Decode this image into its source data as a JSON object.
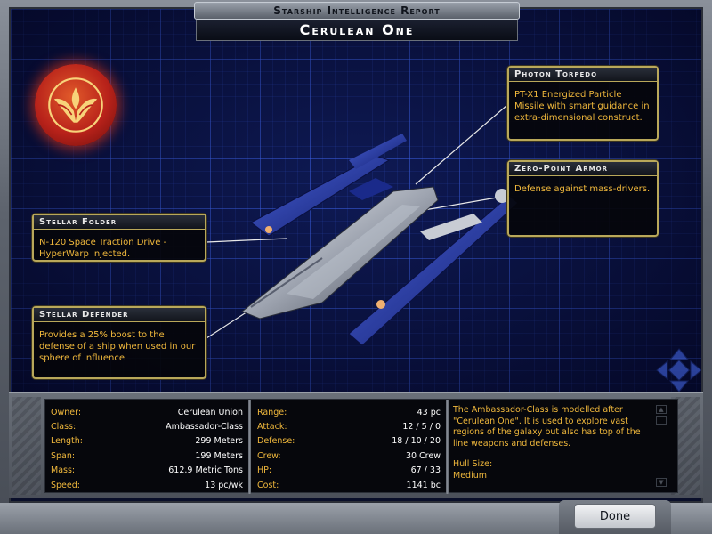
{
  "header": {
    "report_title": "Starship Intelligence Report",
    "ship_name": "Cerulean One"
  },
  "callouts": {
    "photon_torpedo": {
      "title": "Photon Torpedo",
      "text": "PT-X1 Energized Particle Missile with smart guidance in extra-dimensional construct."
    },
    "zero_point_armor": {
      "title": "Zero-Point Armor",
      "text": "Defense against mass-drivers."
    },
    "stellar_folder": {
      "title": "Stellar Folder",
      "text": "N-120 Space Traction Drive - HyperWarp injected."
    },
    "stellar_defender": {
      "title": "Stellar Defender",
      "text": "Provides a 25% boost to the defense of a ship when used in our sphere of influence"
    }
  },
  "stats_left": [
    {
      "key": "Owner:",
      "value": "Cerulean Union"
    },
    {
      "key": "Class:",
      "value": "Ambassador-Class"
    },
    {
      "key": "Length:",
      "value": "299 Meters"
    },
    {
      "key": "Span:",
      "value": "199 Meters"
    },
    {
      "key": "Mass:",
      "value": "612.9 Metric Tons"
    },
    {
      "key": "Speed:",
      "value": "13 pc/wk"
    }
  ],
  "stats_right": [
    {
      "key": "Range:",
      "value": "43 pc"
    },
    {
      "key": "Attack:",
      "value": "12 / 5 / 0"
    },
    {
      "key": "Defense:",
      "value": "18 / 10 / 20"
    },
    {
      "key": "Crew:",
      "value": "30 Crew"
    },
    {
      "key": "HP:",
      "value": "67 / 33"
    },
    {
      "key": "Cost:",
      "value": "1141 bc"
    }
  ],
  "description": {
    "text": "The Ambassador-Class is modelled after \"Cerulean One\". It is used to explore vast regions of the galaxy but also has top of the line weapons and defenses.",
    "hull_label": "Hull Size:",
    "hull_value": "Medium"
  },
  "buttons": {
    "done": "Done"
  },
  "colors": {
    "label_text": "#f0b83c",
    "value_text": "#ffffff",
    "callout_border": "#b9a85a",
    "grid": "#4670ff",
    "emblem": "#b8221a"
  },
  "icons": {
    "emblem": "phoenix-emblem-icon",
    "nav": "diamond-arrows-icon"
  }
}
